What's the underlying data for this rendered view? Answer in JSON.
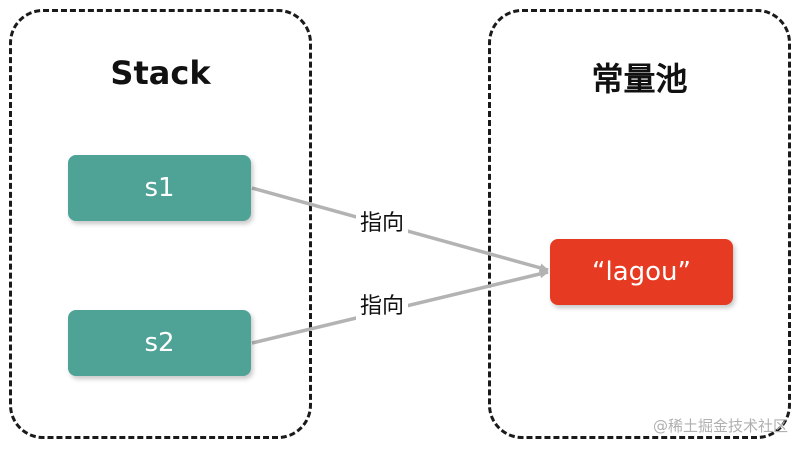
{
  "panels": {
    "stack": {
      "title": "Stack"
    },
    "pool": {
      "title": "常量池"
    }
  },
  "references": [
    {
      "name": "s1",
      "edge_label": "指向"
    },
    {
      "name": "s2",
      "edge_label": "指向"
    }
  ],
  "pool_value": "“lagou”",
  "watermark": "@稀土掘金技术社区",
  "colors": {
    "reference_box": "#4fa296",
    "value_box": "#e63b22",
    "arrow": "#b3b3b3",
    "panel_border": "#1a1a1a"
  }
}
